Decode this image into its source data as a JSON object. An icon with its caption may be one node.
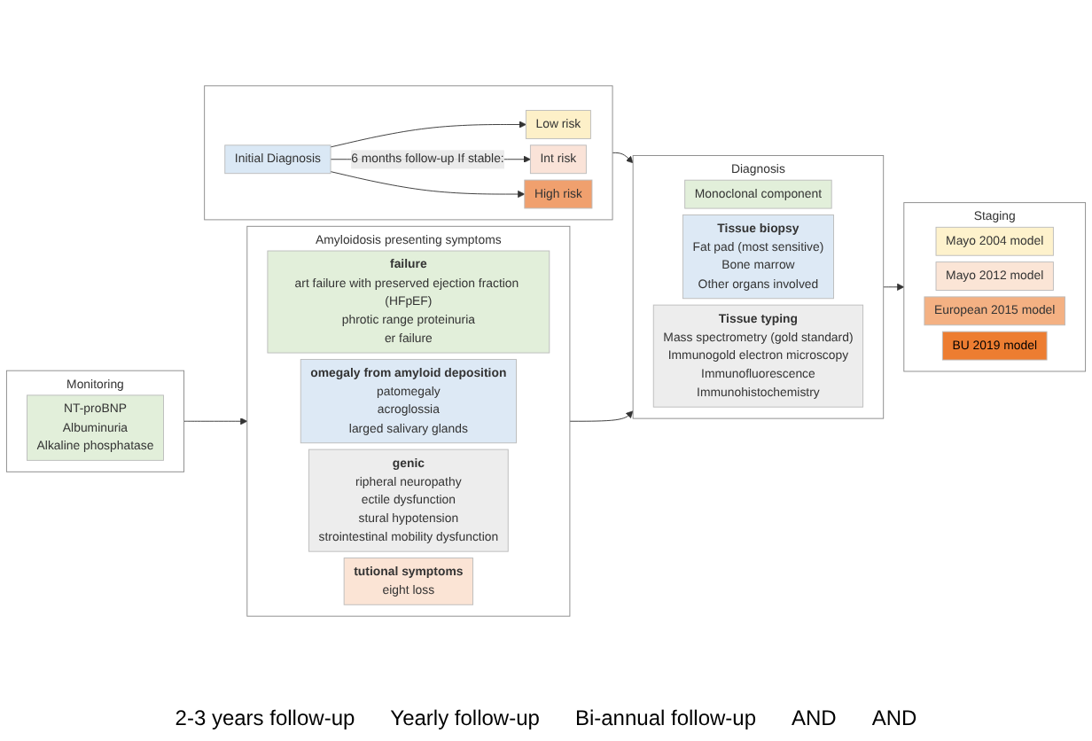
{
  "diagram": {
    "nodes": [
      {
        "text": [],
        "shape": "box"
      },
      {
        "text": [
          "Initial Diagnosis"
        ],
        "in": 0
      },
      {
        "text": [
          "Low risk"
        ],
        "in": 0
      },
      {
        "text": [
          "Int risk"
        ],
        "in": 0
      },
      {
        "text": [
          "High risk"
        ],
        "in": 0
      },
      {
        "text": [
          "Monitoring"
        ]
      },
      {
        "text": [
          "NT-proBNP",
          "Albuminuria",
          "Alkaline phosphatase"
        ],
        "in": 5
      },
      {
        "text": [
          "Amyloidosis presenting symptoms"
        ]
      },
      {
        "text": [
          "failure",
          "art failure with preserved ejection fraction (HFpEF)",
          "phrotic range proteinuria",
          "er failure"
        ],
        "in": 7
      },
      {
        "text": [
          "omegaly from amyloid deposition",
          "patomegaly",
          "acroglossia",
          "larged salivary glands"
        ],
        "in": 7
      },
      {
        "text": [
          "genic",
          "ripheral neuropathy",
          "ectile dysfunction",
          "stural hypotension",
          "strointestinal mobility dysfunction"
        ],
        "in": 7
      },
      {
        "text": [
          "tutional symptoms",
          "eight loss"
        ],
        "in": 7
      },
      {
        "text": [
          "Diagnosis"
        ]
      },
      {
        "text": [
          "Monoclonal component"
        ],
        "in": 12
      },
      {
        "text": [
          "Tissue biopsy",
          "Fat pad (most sensitive)",
          "Bone marrow",
          "Other organs involved"
        ],
        "in": 12
      },
      {
        "text": [
          "Tissue typing",
          "Mass spectrometry (gold standard)",
          "Immunogold electron microscopy",
          "Immunofluorescence",
          "Immunohistochemistry"
        ],
        "in": 12
      },
      {
        "text": [
          "Staging"
        ]
      },
      {
        "text": [
          "Mayo 2004 model"
        ],
        "in": 16
      },
      {
        "text": [
          "Mayo 2012 model"
        ],
        "in": 16
      },
      {
        "text": [
          "European 2015 model"
        ],
        "in": 16
      },
      {
        "text": [
          "BU 2019 model"
        ],
        "in": 16
      }
    ],
    "edges": [
      {
        "from": 1,
        "to": 2,
        "arrow": "to"
      },
      {
        "from": 1,
        "to": 3,
        "arrow": "to",
        "label": "6 months follow-up If stable:"
      },
      {
        "from": 1,
        "to": 4,
        "arrow": "to"
      },
      {
        "from": 0,
        "to": 12,
        "arrow": "to"
      },
      {
        "from": 5,
        "to": 7,
        "arrow": "to"
      },
      {
        "from": 7,
        "to": 12,
        "arrow": "to"
      },
      {
        "from": 12,
        "to": 16,
        "arrow": "to"
      }
    ],
    "labels": [
      "2-3 years follow-up",
      "Yearly follow-up",
      "Bi-annual follow-up",
      "AND",
      "AND"
    ]
  }
}
